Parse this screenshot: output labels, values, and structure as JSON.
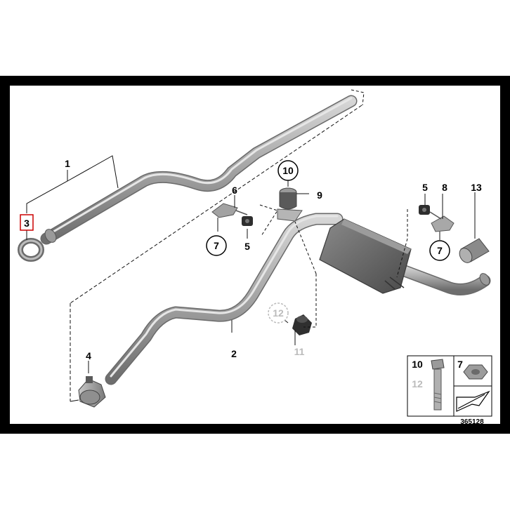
{
  "diagram": {
    "drawing_number": "365128",
    "callouts": {
      "c1": "1",
      "c2": "2",
      "c3": "3",
      "c4": "4",
      "c5a": "5",
      "c5b": "5",
      "c6": "6",
      "c7a": "7",
      "c7b": "7",
      "c8": "8",
      "c9": "9",
      "c10": "10",
      "c11": "11",
      "c12": "12",
      "c13": "13"
    },
    "legend": {
      "bolt_primary": "10",
      "bolt_secondary": "12",
      "nut": "7"
    },
    "colors": {
      "frame": "#000000",
      "pipe": "#9a9a9a",
      "pipe_dark": "#5e5e5e",
      "highlight": "#cc0000",
      "faded_label": "#bbbbbb"
    }
  }
}
